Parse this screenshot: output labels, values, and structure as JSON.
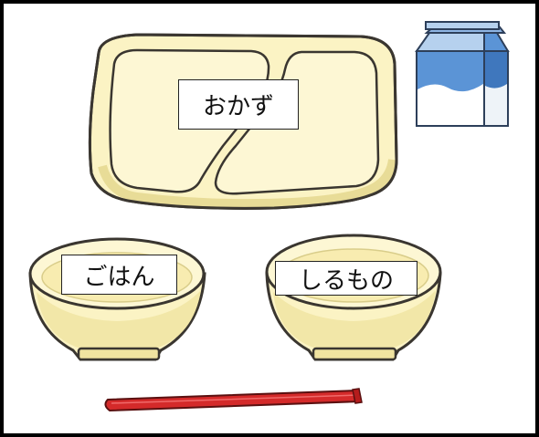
{
  "labels": {
    "okazu": "おかず",
    "gohan": "ごはん",
    "shirumono": "しるもの"
  },
  "colors": {
    "tray_fill": "#fbf3c4",
    "tray_shadow": "#e8dc97",
    "outline": "#3a3630",
    "milk_blue": "#5b94d6",
    "milk_light": "#b6d1ee",
    "chopsticks": "#d42a2a",
    "frame": "#000000"
  },
  "icons": [
    "divided-tray-icon",
    "milk-carton-icon",
    "rice-bowl-icon",
    "soup-bowl-icon",
    "chopsticks-icon"
  ]
}
